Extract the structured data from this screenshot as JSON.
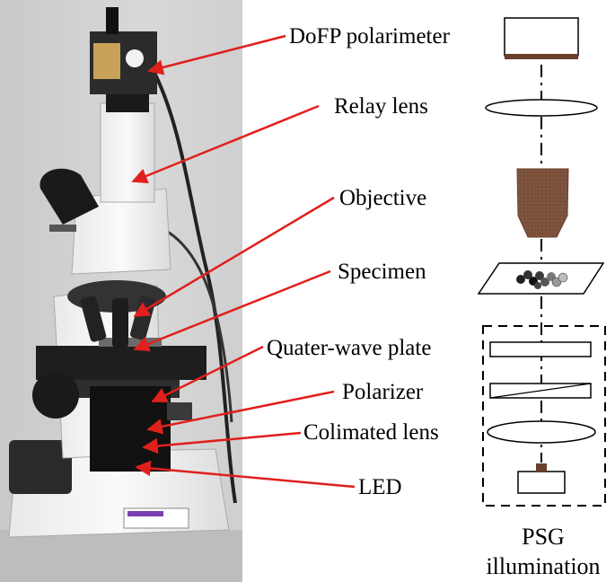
{
  "labels": {
    "dofp": "DoFP polarimeter",
    "relay": "Relay lens",
    "objective": "Objective",
    "specimen": "Specimen",
    "quarter_wave": "Quater-wave plate",
    "polarizer": "Polarizer",
    "collimated": "Colimated lens",
    "led": "LED"
  },
  "caption": {
    "line1": "PSG",
    "line2": "illumination"
  },
  "colors": {
    "arrow": "#e0201c",
    "objective_fill": "#7a4f3a",
    "sensor_strip": "#6b3f2a",
    "line": "#000000"
  }
}
